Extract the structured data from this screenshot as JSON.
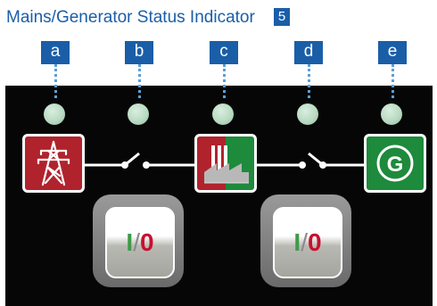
{
  "title": "Mains/Generator Status Indicator",
  "figure_number": "5",
  "labels": [
    "a",
    "b",
    "c",
    "d",
    "e"
  ],
  "icons": {
    "mains": "power-pylon-icon",
    "load": "factory-icon",
    "generator": "generator-icon",
    "generator_letter": "G"
  },
  "switch_buttons": {
    "on_symbol": "I",
    "separator": "/",
    "off_symbol": "0"
  },
  "colors": {
    "label_blue": "#1a5ea8",
    "leader_blue": "#5a9fd6",
    "mains_red": "#b0232d",
    "generator_green": "#1e8a3c",
    "led_off": "#b6d8c0",
    "panel_black": "#060606"
  }
}
